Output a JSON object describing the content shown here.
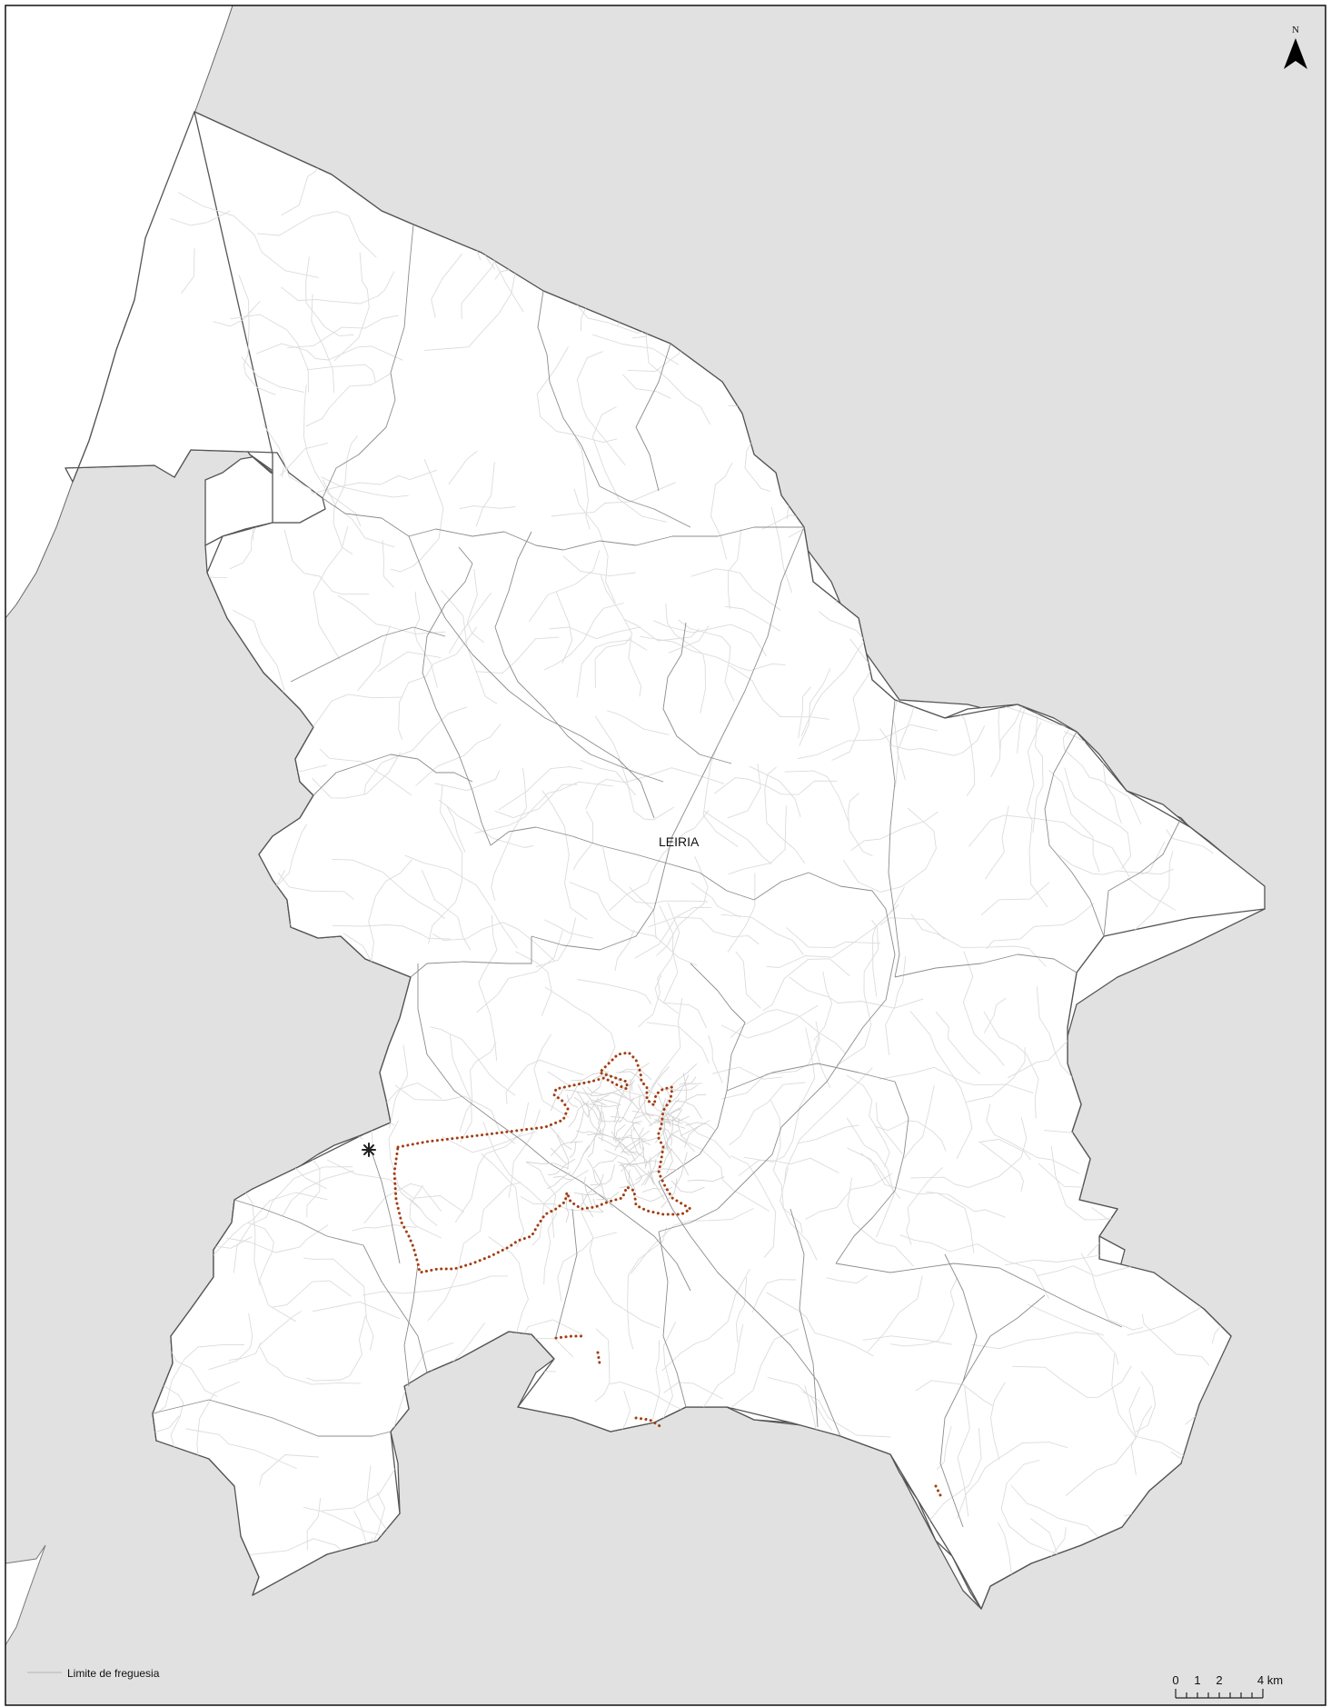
{
  "map": {
    "place_label": "LEIRIA",
    "north_label": "N",
    "legend": {
      "parish_boundary_label": "Limite de freguesia"
    },
    "scale_bar": {
      "ticks": [
        "0",
        "1",
        "2",
        "4 km"
      ]
    },
    "colors": {
      "surroundings": "#e1e1e1",
      "territory": "#ffffff",
      "municipal_border": "#555555",
      "parish_boundary": "#b9b9b9",
      "roads": "#dcdcdc",
      "route": "#a33c10",
      "frame": "#111111"
    },
    "symbols": [
      "north-arrow-icon",
      "asterisk-marker-icon"
    ]
  }
}
